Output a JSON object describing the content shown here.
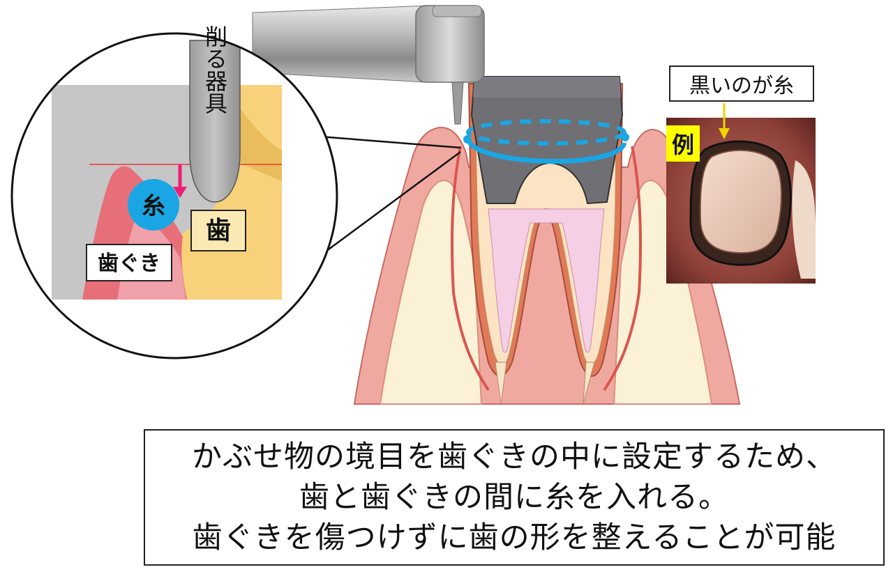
{
  "labels": {
    "cutting_tool": "削る器具",
    "thread": "糸",
    "tooth": "歯",
    "gum": "歯ぐき",
    "black_is_thread": "黒いのが糸",
    "example": "例"
  },
  "caption": {
    "line1": "かぶせ物の境目を歯ぐきの中に設定するため、",
    "line2": "歯と歯ぐきの間に糸を入れる。",
    "line3": "歯ぐきを傷つけずに歯の形を整えることが可能"
  },
  "colors": {
    "gum_pink": "#f0a9a0",
    "gum_red": "#d9564e",
    "thread_blue": "#1aa6e4",
    "tooth_yellow": "#f7d27a",
    "arrow_magenta": "#ee1e78",
    "arrow_yellow": "#f0d400",
    "crown_gray": "#6f6f74"
  }
}
